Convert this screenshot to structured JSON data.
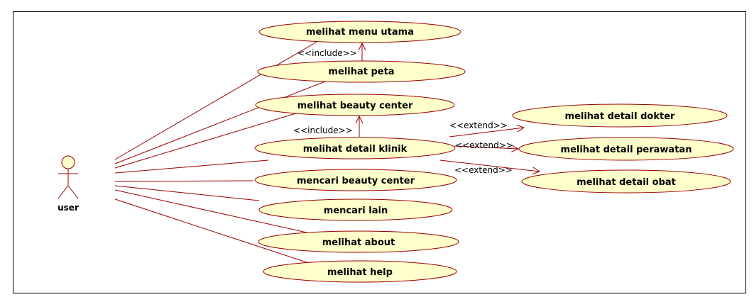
{
  "colors": {
    "ellipse_fill": "#ffffcc",
    "line": "#990000",
    "outline": "#990000",
    "border": "#000000"
  },
  "actor": {
    "name": "user",
    "icon": "stick-figure-actor-icon"
  },
  "use_cases": {
    "menu_utama": "melihat menu utama",
    "peta": "melihat peta",
    "beauty_center": "melihat beauty center",
    "detail_klinik": "melihat detail klinik",
    "mencari_beauty_center": "mencari beauty center",
    "mencari_lain": "mencari lain",
    "about": "melihat about",
    "help": "melihat help",
    "detail_dokter": "melihat detail dokter",
    "detail_perawatan": "melihat detail perawatan",
    "detail_obat": "melihat detail obat"
  },
  "relations": {
    "include_1": "<<include>>",
    "include_2": "<<include>>",
    "extend_1": "<<extend>>",
    "extend_2": "<<extend>>",
    "extend_3": "<<extend>>"
  }
}
